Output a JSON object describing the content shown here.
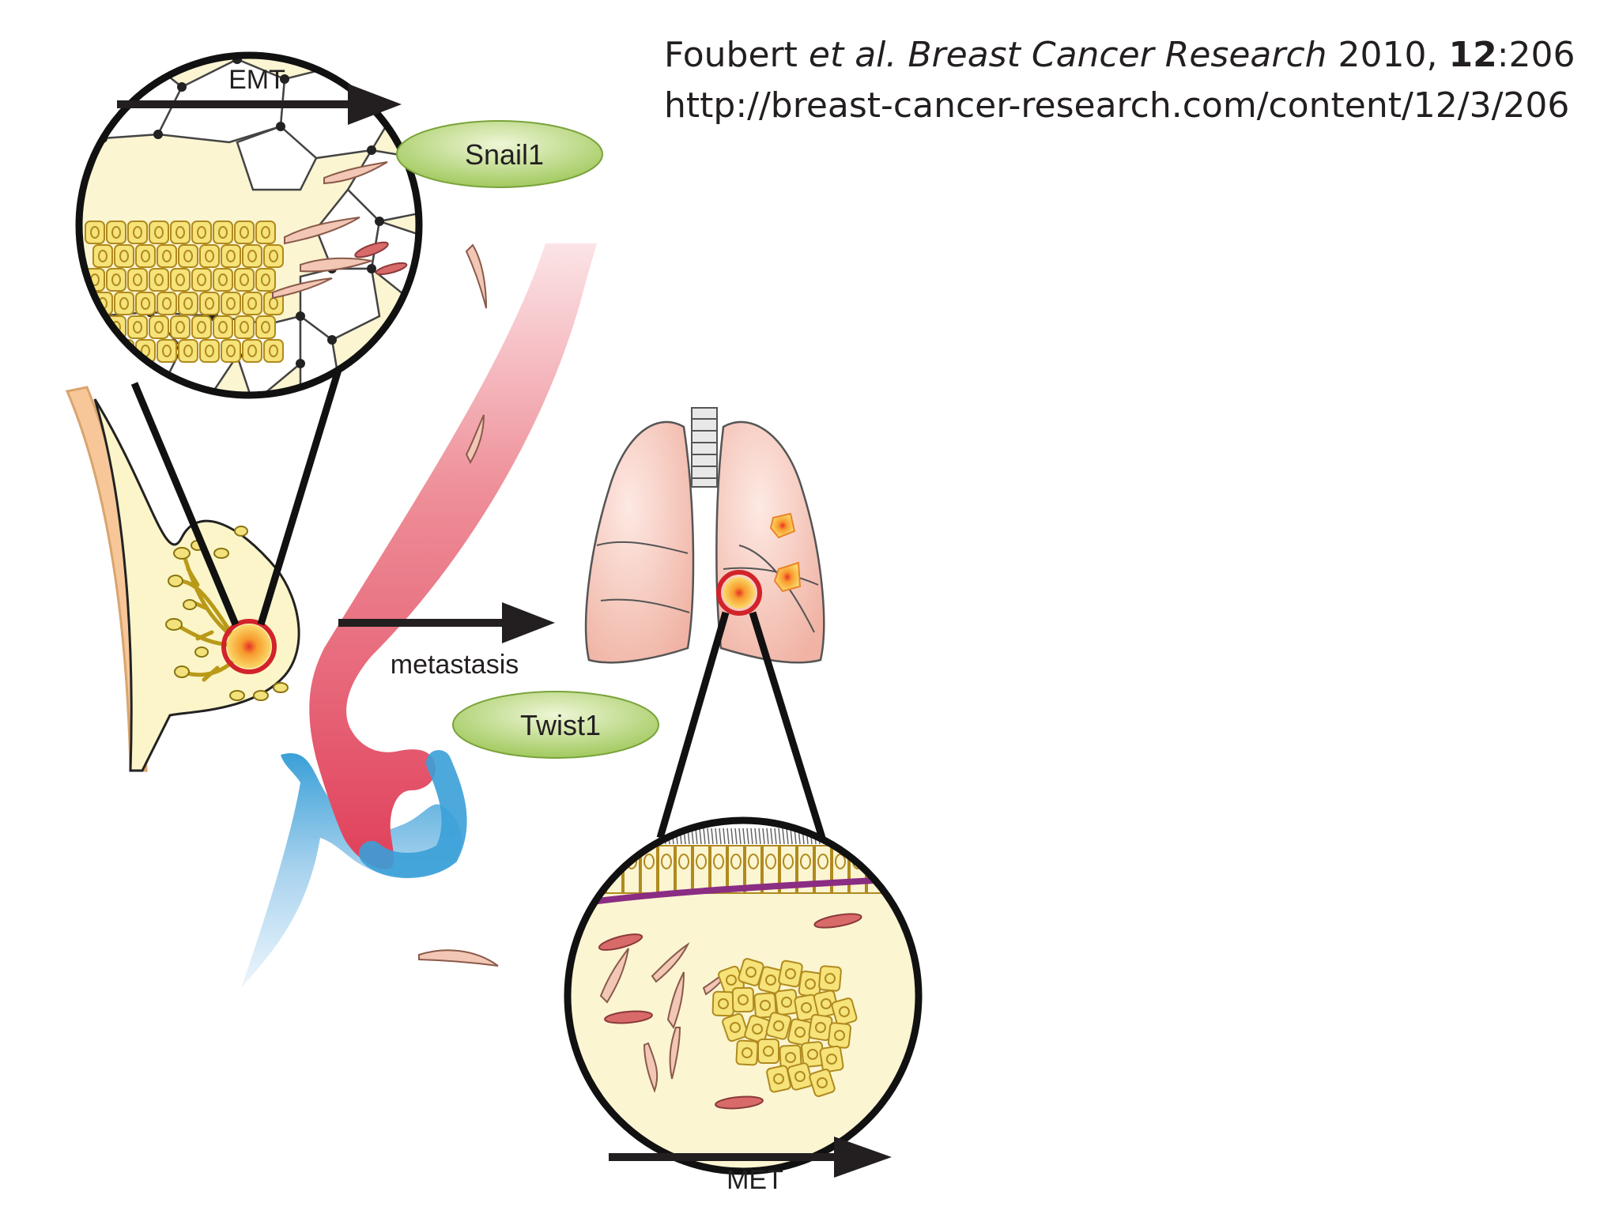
{
  "citation": {
    "author": "Foubert",
    "etal": "et al.",
    "journal": "Breast Cancer Research",
    "year": "2010,",
    "volume": "12",
    "page": ":206",
    "url": "http://breast-cancer-research.com/content/12/3/206"
  },
  "labels": {
    "emt": "EMT",
    "snail": "Snail1",
    "metastasis": "metastasis",
    "twist": "Twist1",
    "met": "MET"
  },
  "colors": {
    "arrow": "#231f20",
    "pill_fill": "#b9d77a",
    "tumor_cell": "#f6e37a",
    "tumor_outline": "#b08a1e",
    "artery": "#e0405a",
    "vein": "#3aa0d8",
    "lung": "#f6c9bd",
    "highlight_ring": "#d2232a",
    "basement_membrane": "#8a2d83"
  }
}
